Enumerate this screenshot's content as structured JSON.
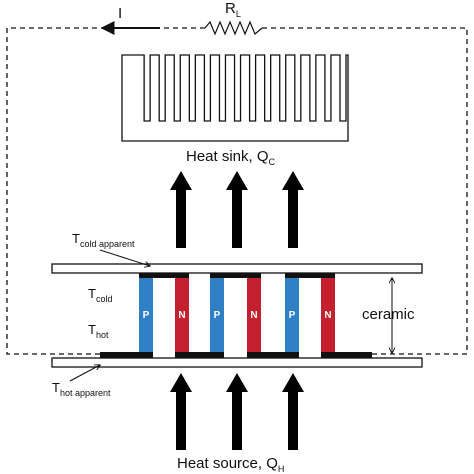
{
  "circuit": {
    "current_label": "I",
    "resistor_label": "R",
    "resistor_subscript": "L"
  },
  "heat_sink": {
    "label": "Heat sink, Q",
    "subscript": "C"
  },
  "heat_source": {
    "label": "Heat source, Q",
    "subscript": "H"
  },
  "temperatures": {
    "cold_apparent": {
      "main": "T",
      "sub": "cold apparent"
    },
    "cold": {
      "main": "T",
      "sub": "cold"
    },
    "hot": {
      "main": "T",
      "sub": "hot"
    },
    "hot_apparent": {
      "main": "T",
      "sub": "hot apparent"
    }
  },
  "ceramic_label": "ceramic",
  "legs": [
    "P",
    "N",
    "P",
    "N",
    "P",
    "N"
  ],
  "colors": {
    "p_type": "#2e7fc4",
    "n_type": "#c4202f",
    "plate": "#ffffff",
    "conductor": "#111111",
    "arrow": "#000000"
  },
  "icons": [
    "current-arrow-icon",
    "resistor-icon",
    "heat-flow-arrow-icon",
    "dimension-arrow-icon"
  ]
}
